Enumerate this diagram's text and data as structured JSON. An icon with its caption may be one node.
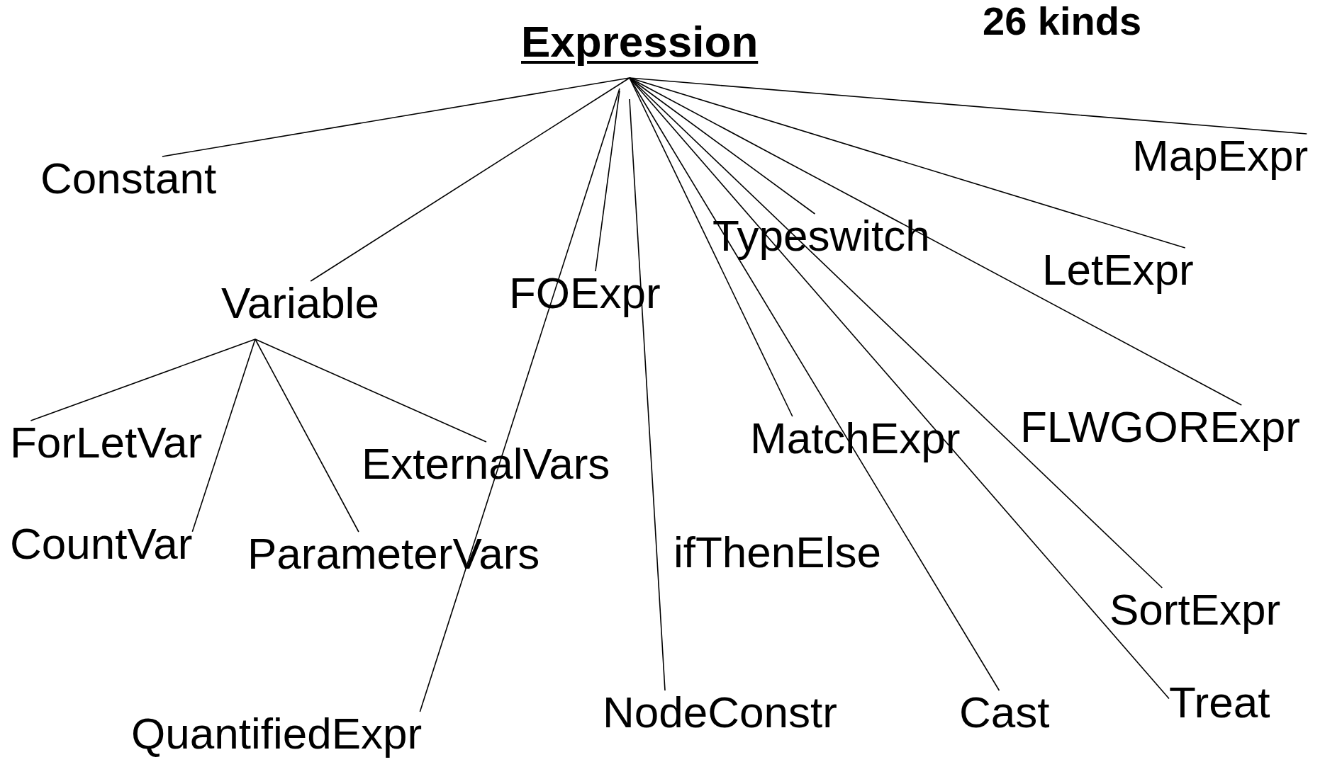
{
  "diagram": {
    "nodes": [
      {
        "text": [
          "Expression"
        ]
      },
      {
        "text": [
          "Constant"
        ]
      },
      {
        "text": [
          "Variable"
        ]
      },
      {
        "text": [
          "FOExpr"
        ]
      },
      {
        "text": [
          "Typeswitch"
        ]
      },
      {
        "text": [
          "MapExpr"
        ]
      },
      {
        "text": [
          "LetExpr"
        ]
      },
      {
        "text": [
          "FLWGORExpr"
        ]
      },
      {
        "text": [
          "MatchExpr"
        ]
      },
      {
        "text": [
          "ifThenElse"
        ]
      },
      {
        "text": [
          "SortExpr"
        ]
      },
      {
        "text": [
          "Treat"
        ]
      },
      {
        "text": [
          "Cast"
        ]
      },
      {
        "text": [
          "NodeConstr"
        ]
      },
      {
        "text": [
          "QuantifiedExpr"
        ]
      },
      {
        "text": [
          "ForLetVar"
        ]
      },
      {
        "text": [
          "CountVar"
        ]
      },
      {
        "text": [
          "ParameterVars"
        ]
      },
      {
        "text": [
          "ExternalVars"
        ]
      }
    ],
    "edges": [
      {
        "from": 0,
        "to": 1,
        "arrow": "none"
      },
      {
        "from": 0,
        "to": 2,
        "arrow": "none"
      },
      {
        "from": 0,
        "to": 14,
        "arrow": "none"
      },
      {
        "from": 0,
        "to": 3,
        "arrow": "none"
      },
      {
        "from": 0,
        "to": 13,
        "arrow": "none"
      },
      {
        "from": 0,
        "to": 8,
        "arrow": "none"
      },
      {
        "from": 0,
        "to": 4,
        "arrow": "none"
      },
      {
        "from": 0,
        "to": 12,
        "arrow": "none"
      },
      {
        "from": 0,
        "to": 10,
        "arrow": "none"
      },
      {
        "from": 0,
        "to": 11,
        "arrow": "none"
      },
      {
        "from": 0,
        "to": 6,
        "arrow": "none"
      },
      {
        "from": 0,
        "to": 7,
        "arrow": "none"
      },
      {
        "from": 0,
        "to": 5,
        "arrow": "none"
      },
      {
        "from": 2,
        "to": 15,
        "arrow": "none"
      },
      {
        "from": 2,
        "to": 16,
        "arrow": "none"
      },
      {
        "from": 2,
        "to": 17,
        "arrow": "none"
      },
      {
        "from": 2,
        "to": 18,
        "arrow": "none"
      }
    ],
    "labels": [
      "26 kinds"
    ]
  }
}
